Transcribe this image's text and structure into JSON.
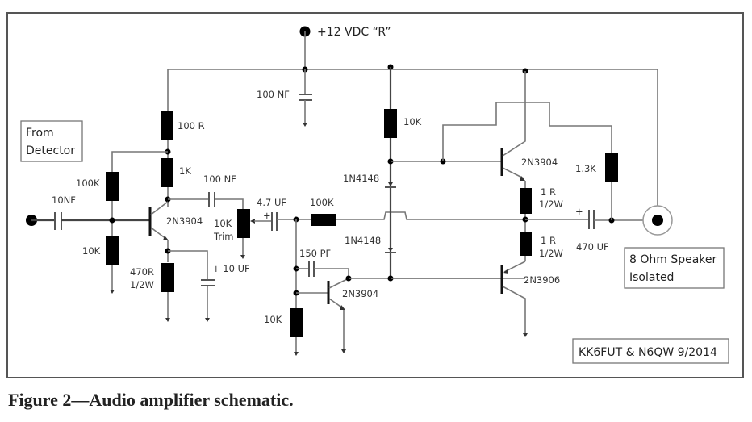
{
  "figure": {
    "caption": "Figure 2—Audio amplifier schematic."
  },
  "supply": {
    "label": "+12 VDC “R”"
  },
  "notes": {
    "input_box": [
      "From",
      "Detector"
    ],
    "speaker_box": [
      "8 Ohm Speaker",
      "Isolated"
    ],
    "credit": "KK6FUT & N6QW 9/2014"
  },
  "components": {
    "c_supply": "100 NF",
    "r_100r": "100 R",
    "r_1k": "1K",
    "c_100nf_coupling": "100 NF",
    "r_100k_bias": "100K",
    "c_input": "10NF",
    "r_10k_bias": "10K",
    "q1": "2N3904",
    "r_470r": [
      "470R",
      "1/2W"
    ],
    "c_10uf": "+ 10 UF",
    "pot": [
      "10K",
      "Trim"
    ],
    "c_4_7uf": "4.7 UF",
    "c_4_7uf_plus": "+",
    "r_100k_series": "100K",
    "c_150pf": "150 PF",
    "q2": "2N3904",
    "r_10k_lower": "10K",
    "r_10k_upper": "10K",
    "d1": "1N4148",
    "d2": "1N4148",
    "q3": "2N3904",
    "r_1r_top": [
      "1 R",
      "1/2W"
    ],
    "r_1r_bottom": [
      "1 R",
      "1/2W"
    ],
    "q4": "2N3906",
    "r_1_3k": "1.3K",
    "c_470uf": "470 UF",
    "c_470uf_plus": "+"
  }
}
